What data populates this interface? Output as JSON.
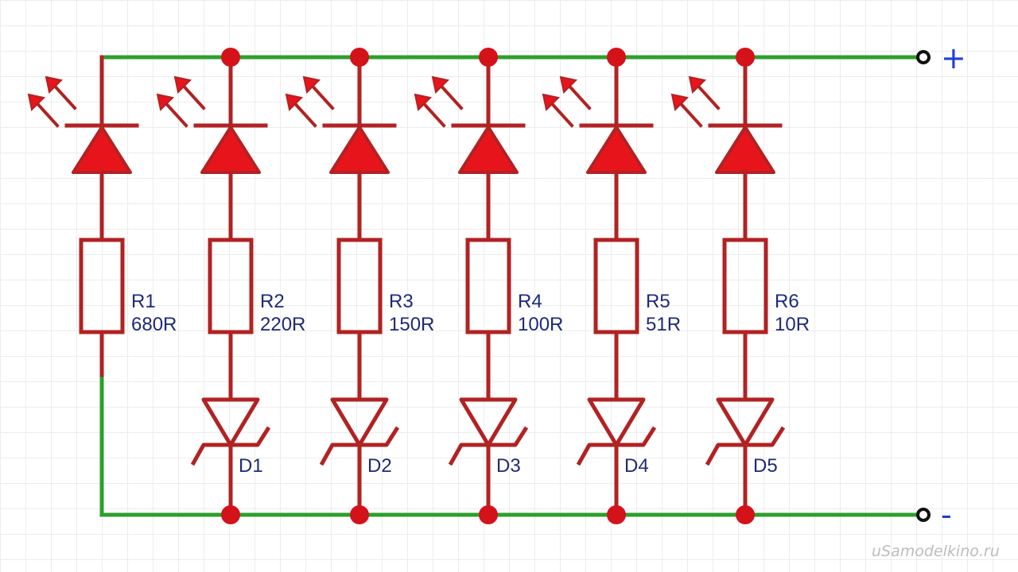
{
  "colors": {
    "wire": "#2ca02c",
    "component": "#b22222",
    "fill": "#e8141c",
    "label": "#1f2a78",
    "terminal": "#1f3fd8"
  },
  "branches": [
    {
      "res_ref": "R1",
      "res_val": "680R",
      "zener": null
    },
    {
      "res_ref": "R2",
      "res_val": "220R",
      "zener": "D1"
    },
    {
      "res_ref": "R3",
      "res_val": "150R",
      "zener": "D2"
    },
    {
      "res_ref": "R4",
      "res_val": "100R",
      "zener": "D3"
    },
    {
      "res_ref": "R5",
      "res_val": "51R",
      "zener": "D4"
    },
    {
      "res_ref": "R6",
      "res_val": "10R",
      "zener": "D5"
    }
  ],
  "terminals": {
    "positive": "+",
    "negative": "-"
  },
  "watermark": "uSamodelkino.ru"
}
